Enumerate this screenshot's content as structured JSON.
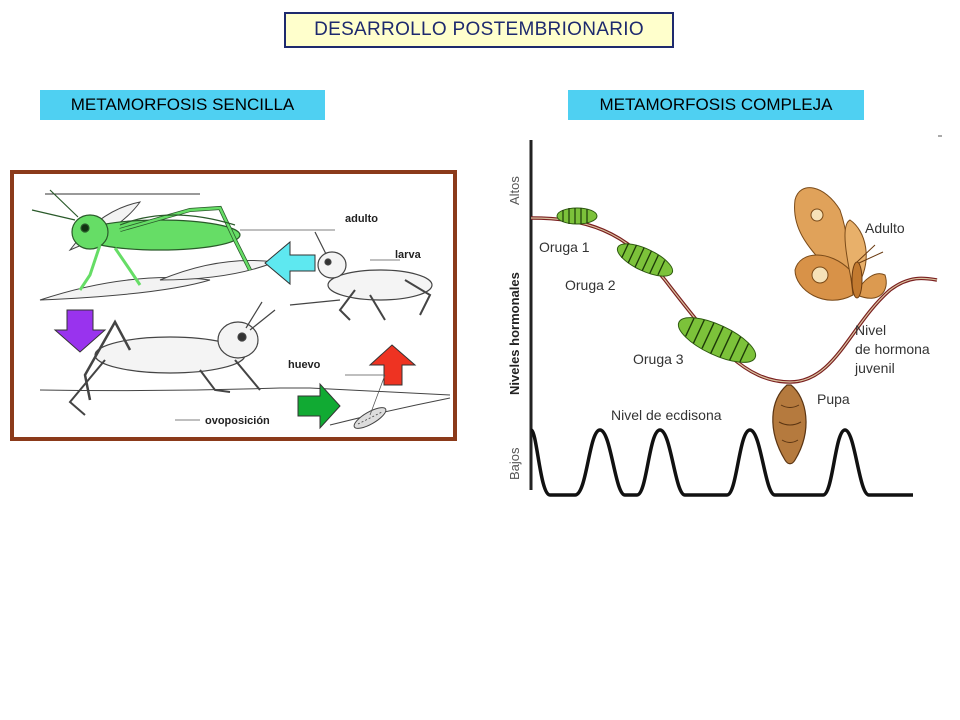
{
  "title": "DESARROLLO POSTEMBRIONARIO",
  "simple": {
    "heading": "METAMORFOSIS SENCILLA",
    "labels": {
      "adulto": "adulto",
      "larva": "larva",
      "huevo": "huevo",
      "ovoposicion": "ovoposición"
    }
  },
  "complex": {
    "heading": "METAMORFOSIS COMPLEJA",
    "axis": {
      "y_label": "Niveles hormonales",
      "high": "Altos",
      "low": "Bajos"
    },
    "labels": {
      "oruga1": "Oruga 1",
      "oruga2": "Oruga 2",
      "oruga3": "Oruga 3",
      "pupa": "Pupa",
      "adulto": "Adulto",
      "ecdisona": "Nivel de ecdisona",
      "nivel": "Nivel",
      "de_hormona": "de hormona",
      "juvenil": "juvenil"
    }
  },
  "colors": {
    "title_bg": "#ffffcc",
    "title_border": "#1e2a6e",
    "label_bg": "#4fd0f2",
    "frame": "#8b3a1a",
    "adult_green": "#66dd66",
    "arrow_cyan": "#5ee8f0",
    "arrow_purple": "#9933ee",
    "arrow_green": "#11aa33",
    "arrow_red": "#ee3322"
  }
}
